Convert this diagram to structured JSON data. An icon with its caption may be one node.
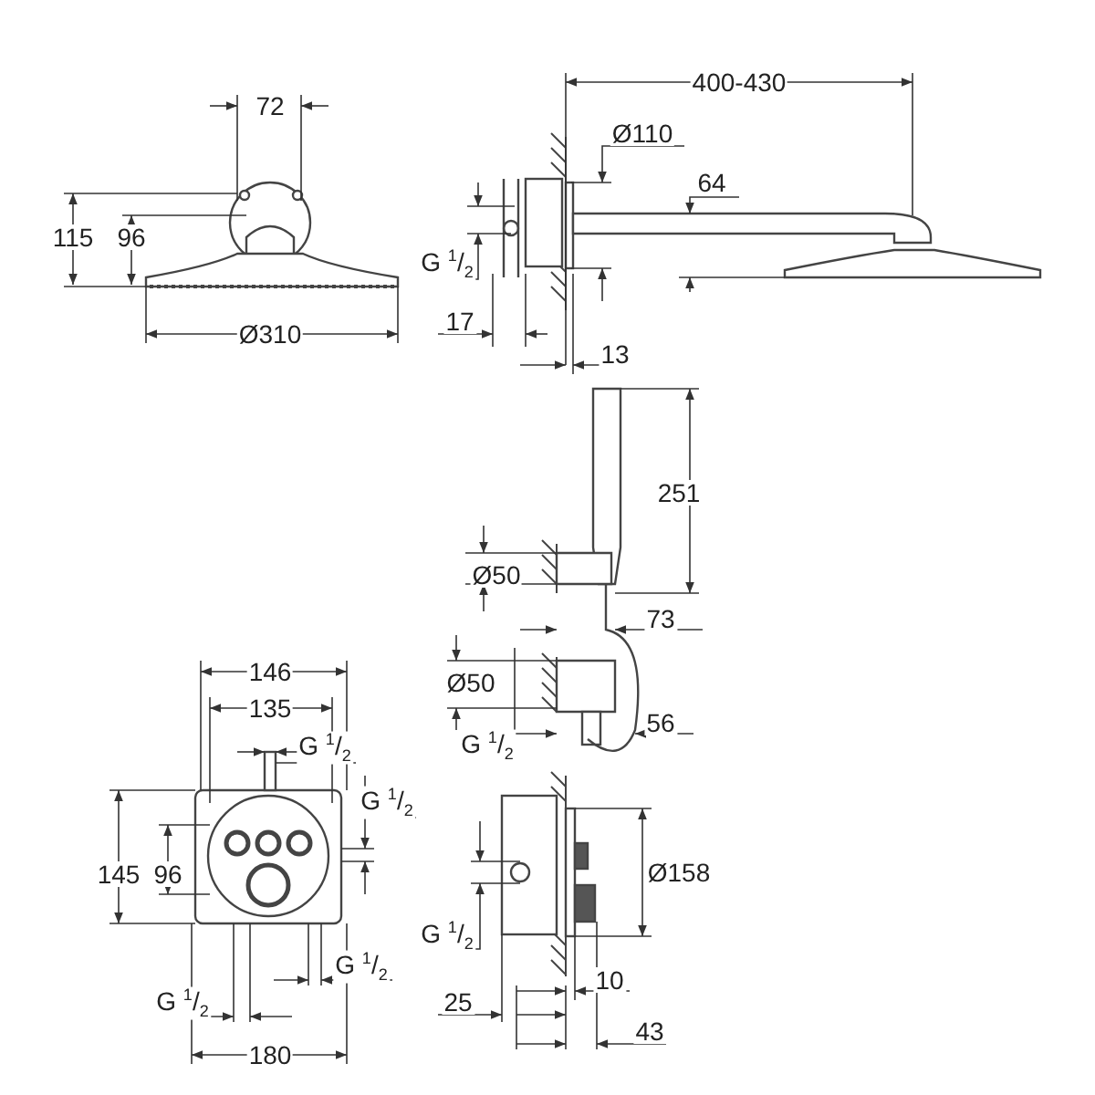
{
  "diagram": {
    "labels": [
      "400-430",
      "72",
      "Ø110",
      "64",
      "115",
      "96",
      "G $^{1}$/$_{2}$",
      "17",
      "Ø310",
      "13",
      "251",
      "Ø50",
      "73",
      "146",
      "Ø50",
      "135",
      "56",
      "G $^{1}$/$_{2}$",
      "G $^{1}$/$_{2}$",
      "G $^{1}$/$_{2}$",
      "145",
      "96",
      "Ø158",
      "G $^{1}$/$_{2}$",
      "G $^{1}$/$_{2}$",
      "10",
      "25",
      "G $^{1}$/$_{2}$",
      "43",
      "180"
    ]
  }
}
